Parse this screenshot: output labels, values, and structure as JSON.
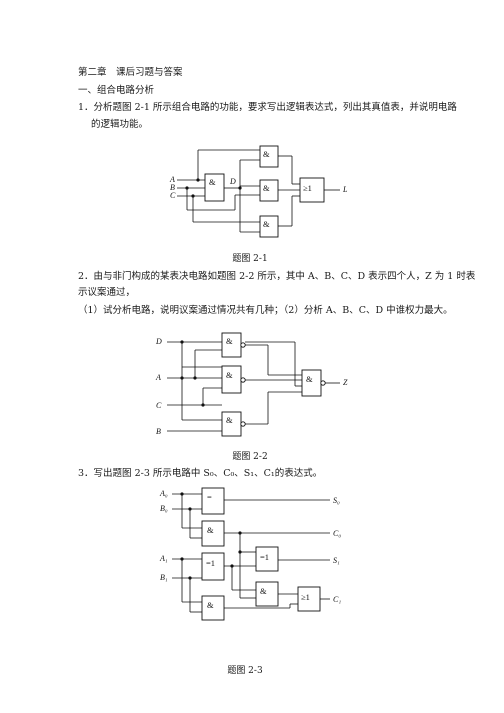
{
  "chapter_title": "第二章　课后习题与答案",
  "section_title": "一、组合电路分析",
  "q1": {
    "line1": "1．分析题图 2-1 所示组合电路的功能，要求写出逻辑表达式，列出其真值表，并说明电路",
    "line2": "的逻辑功能。",
    "caption": "题图 2-1",
    "inputs": [
      "A",
      "B",
      "C"
    ],
    "internal": "D",
    "output": "L",
    "and_symbol": "&",
    "or_symbol": "≥1"
  },
  "q2": {
    "line1": "2．由与非门构成的某表决电路如题图 2-2 所示，其中 A、B、C、D 表示四个人，Z 为 1 时表",
    "line2": "示议案通过，",
    "line3": "（1）试分析电路，说明议案通过情况共有几种；（2）分析 A、B、C、D 中谁权力最大。",
    "caption": "题图 2-2",
    "inputs": [
      "D",
      "A",
      "C",
      "B"
    ],
    "output": "Z",
    "and_symbol": "&"
  },
  "q3": {
    "line1": "3．写出题图 2-3 所示电路中 S₀、C₀、S₁、C₁的表达式。",
    "caption": "题图 2-3",
    "inputs": [
      "A₀",
      "B₀",
      "A₁",
      "B₁"
    ],
    "outputs": [
      "S₀",
      "C₀",
      "S₁",
      "C₁"
    ],
    "xor_symbol": "=",
    "and_symbol": "&",
    "xor1_symbol": "=1",
    "or_symbol": "≥1"
  }
}
